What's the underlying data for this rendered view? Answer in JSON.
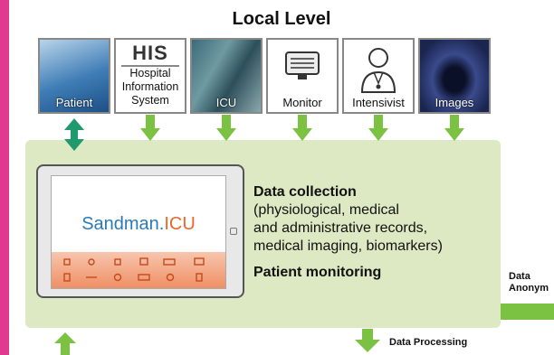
{
  "header": {
    "title": "Local Level"
  },
  "sources": [
    {
      "caption": "Patient"
    },
    {
      "logo": "HIS",
      "caption": "Hospital Information System"
    },
    {
      "caption": "ICU"
    },
    {
      "caption": "Monitor"
    },
    {
      "caption": "Intensivist"
    },
    {
      "caption": "Images"
    }
  ],
  "tablet": {
    "logo_main": "Sandman.",
    "logo_accent": "ICU"
  },
  "panel": {
    "heading1": "Data collection",
    "body_lines": [
      "(physiological, medical",
      "and administrative records,",
      "medical imaging, biomarkers)"
    ],
    "heading2": "Patient monitoring"
  },
  "labels": {
    "anonym_1": "Data",
    "anonym_2": "Anonym",
    "processing": "Data Processing"
  },
  "colors": {
    "arrow": "#7cc242",
    "teal_arrow": "#1e9a6e",
    "panel": "#dce9c2",
    "border": "#e0398f",
    "logo_blue": "#2a7ab8",
    "logo_orange": "#e8682a"
  }
}
